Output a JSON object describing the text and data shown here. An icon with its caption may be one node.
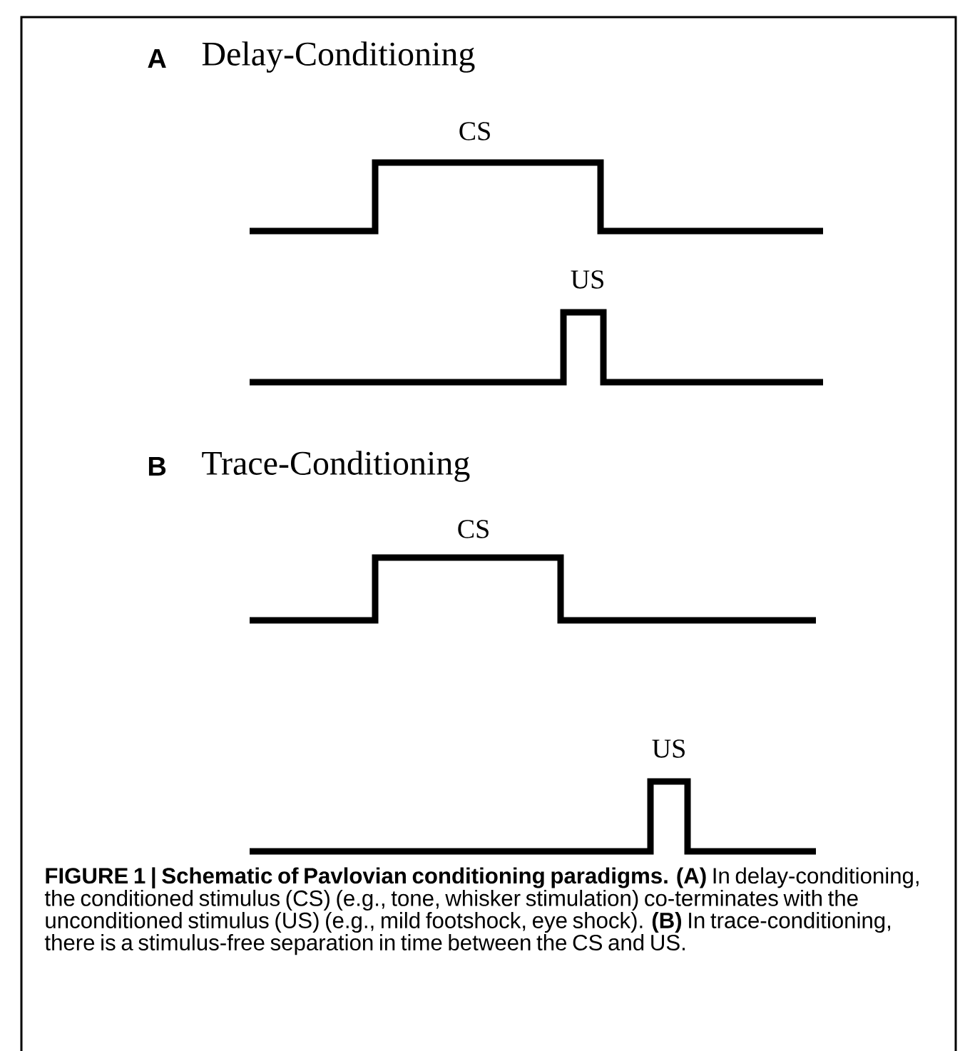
{
  "diagram": {
    "caption": "**FIGURE 1 | Schematic of Pavlovian conditioning paradigms. (A)** In delay-conditioning, the conditioned stimulus (CS) (e.g., tone, whisker stimulation) co-terminates with the unconditioned stimulus (US) (e.g., mild footshock, eye shock). **(B)** In trace-conditioning, there is a stimulus-free separation in time between the CS and US.",
    "labels": [
      "A",
      "Delay-Conditioning",
      "CS",
      "US",
      "B",
      "Trace-Conditioning",
      "CS",
      "US"
    ]
  }
}
